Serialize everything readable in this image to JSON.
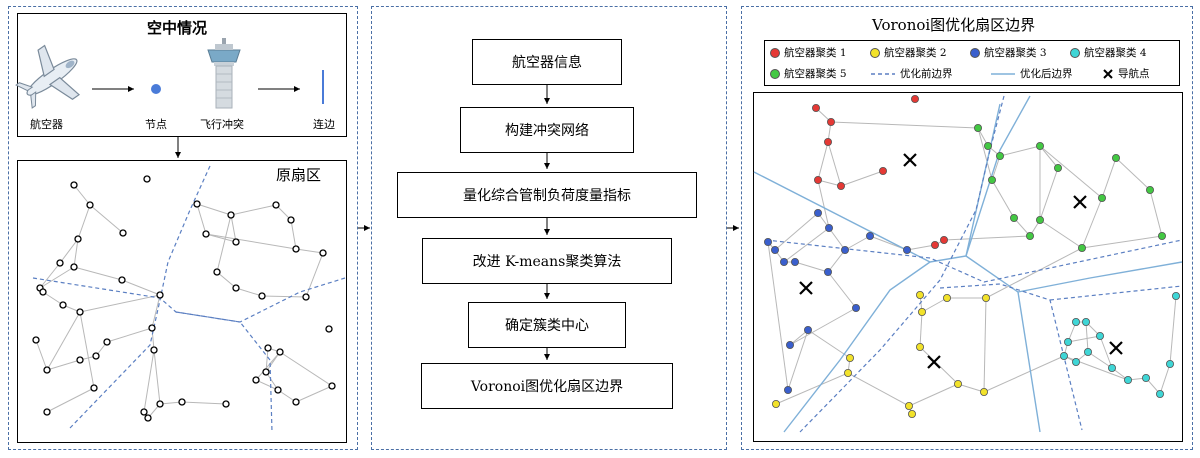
{
  "left": {
    "situation_title": "空中情况",
    "labels": {
      "aircraft": "航空器",
      "node": "节点",
      "conflict": "飞行冲突",
      "edge": "连边"
    },
    "original_title": "原扇区"
  },
  "middle": {
    "steps": [
      "航空器信息",
      "构建冲突网络",
      "量化综合管制负荷度量指标",
      "改进 K-means聚类算法",
      "确定簇类中心",
      "Voronoi图优化扇区边界"
    ]
  },
  "right": {
    "title": "Voronoi图优化扇区边界",
    "legend": [
      {
        "label": "航空器聚类 1",
        "color": "#e53935",
        "kind": "dot"
      },
      {
        "label": "航空器聚类 2",
        "color": "#f2e22a",
        "kind": "dot"
      },
      {
        "label": "航空器聚类 3",
        "color": "#3a5fcd",
        "kind": "dot"
      },
      {
        "label": "航空器聚类 4",
        "color": "#3fd6d6",
        "kind": "dot"
      },
      {
        "label": "航空器聚类 5",
        "color": "#43c843",
        "kind": "dot"
      },
      {
        "label": "优化前边界",
        "color": "#5b7fc2",
        "kind": "dash"
      },
      {
        "label": "优化后边界",
        "color": "#7fb0d8",
        "kind": "line"
      },
      {
        "label": "导航点",
        "color": "#000000",
        "kind": "cross"
      }
    ]
  },
  "colors": {
    "panel_border": "#4a6fa5",
    "dashed_boundary": "#5b7fc2",
    "optimized_boundary": "#7fb0d8",
    "network_edge": "#b8b8b8"
  }
}
